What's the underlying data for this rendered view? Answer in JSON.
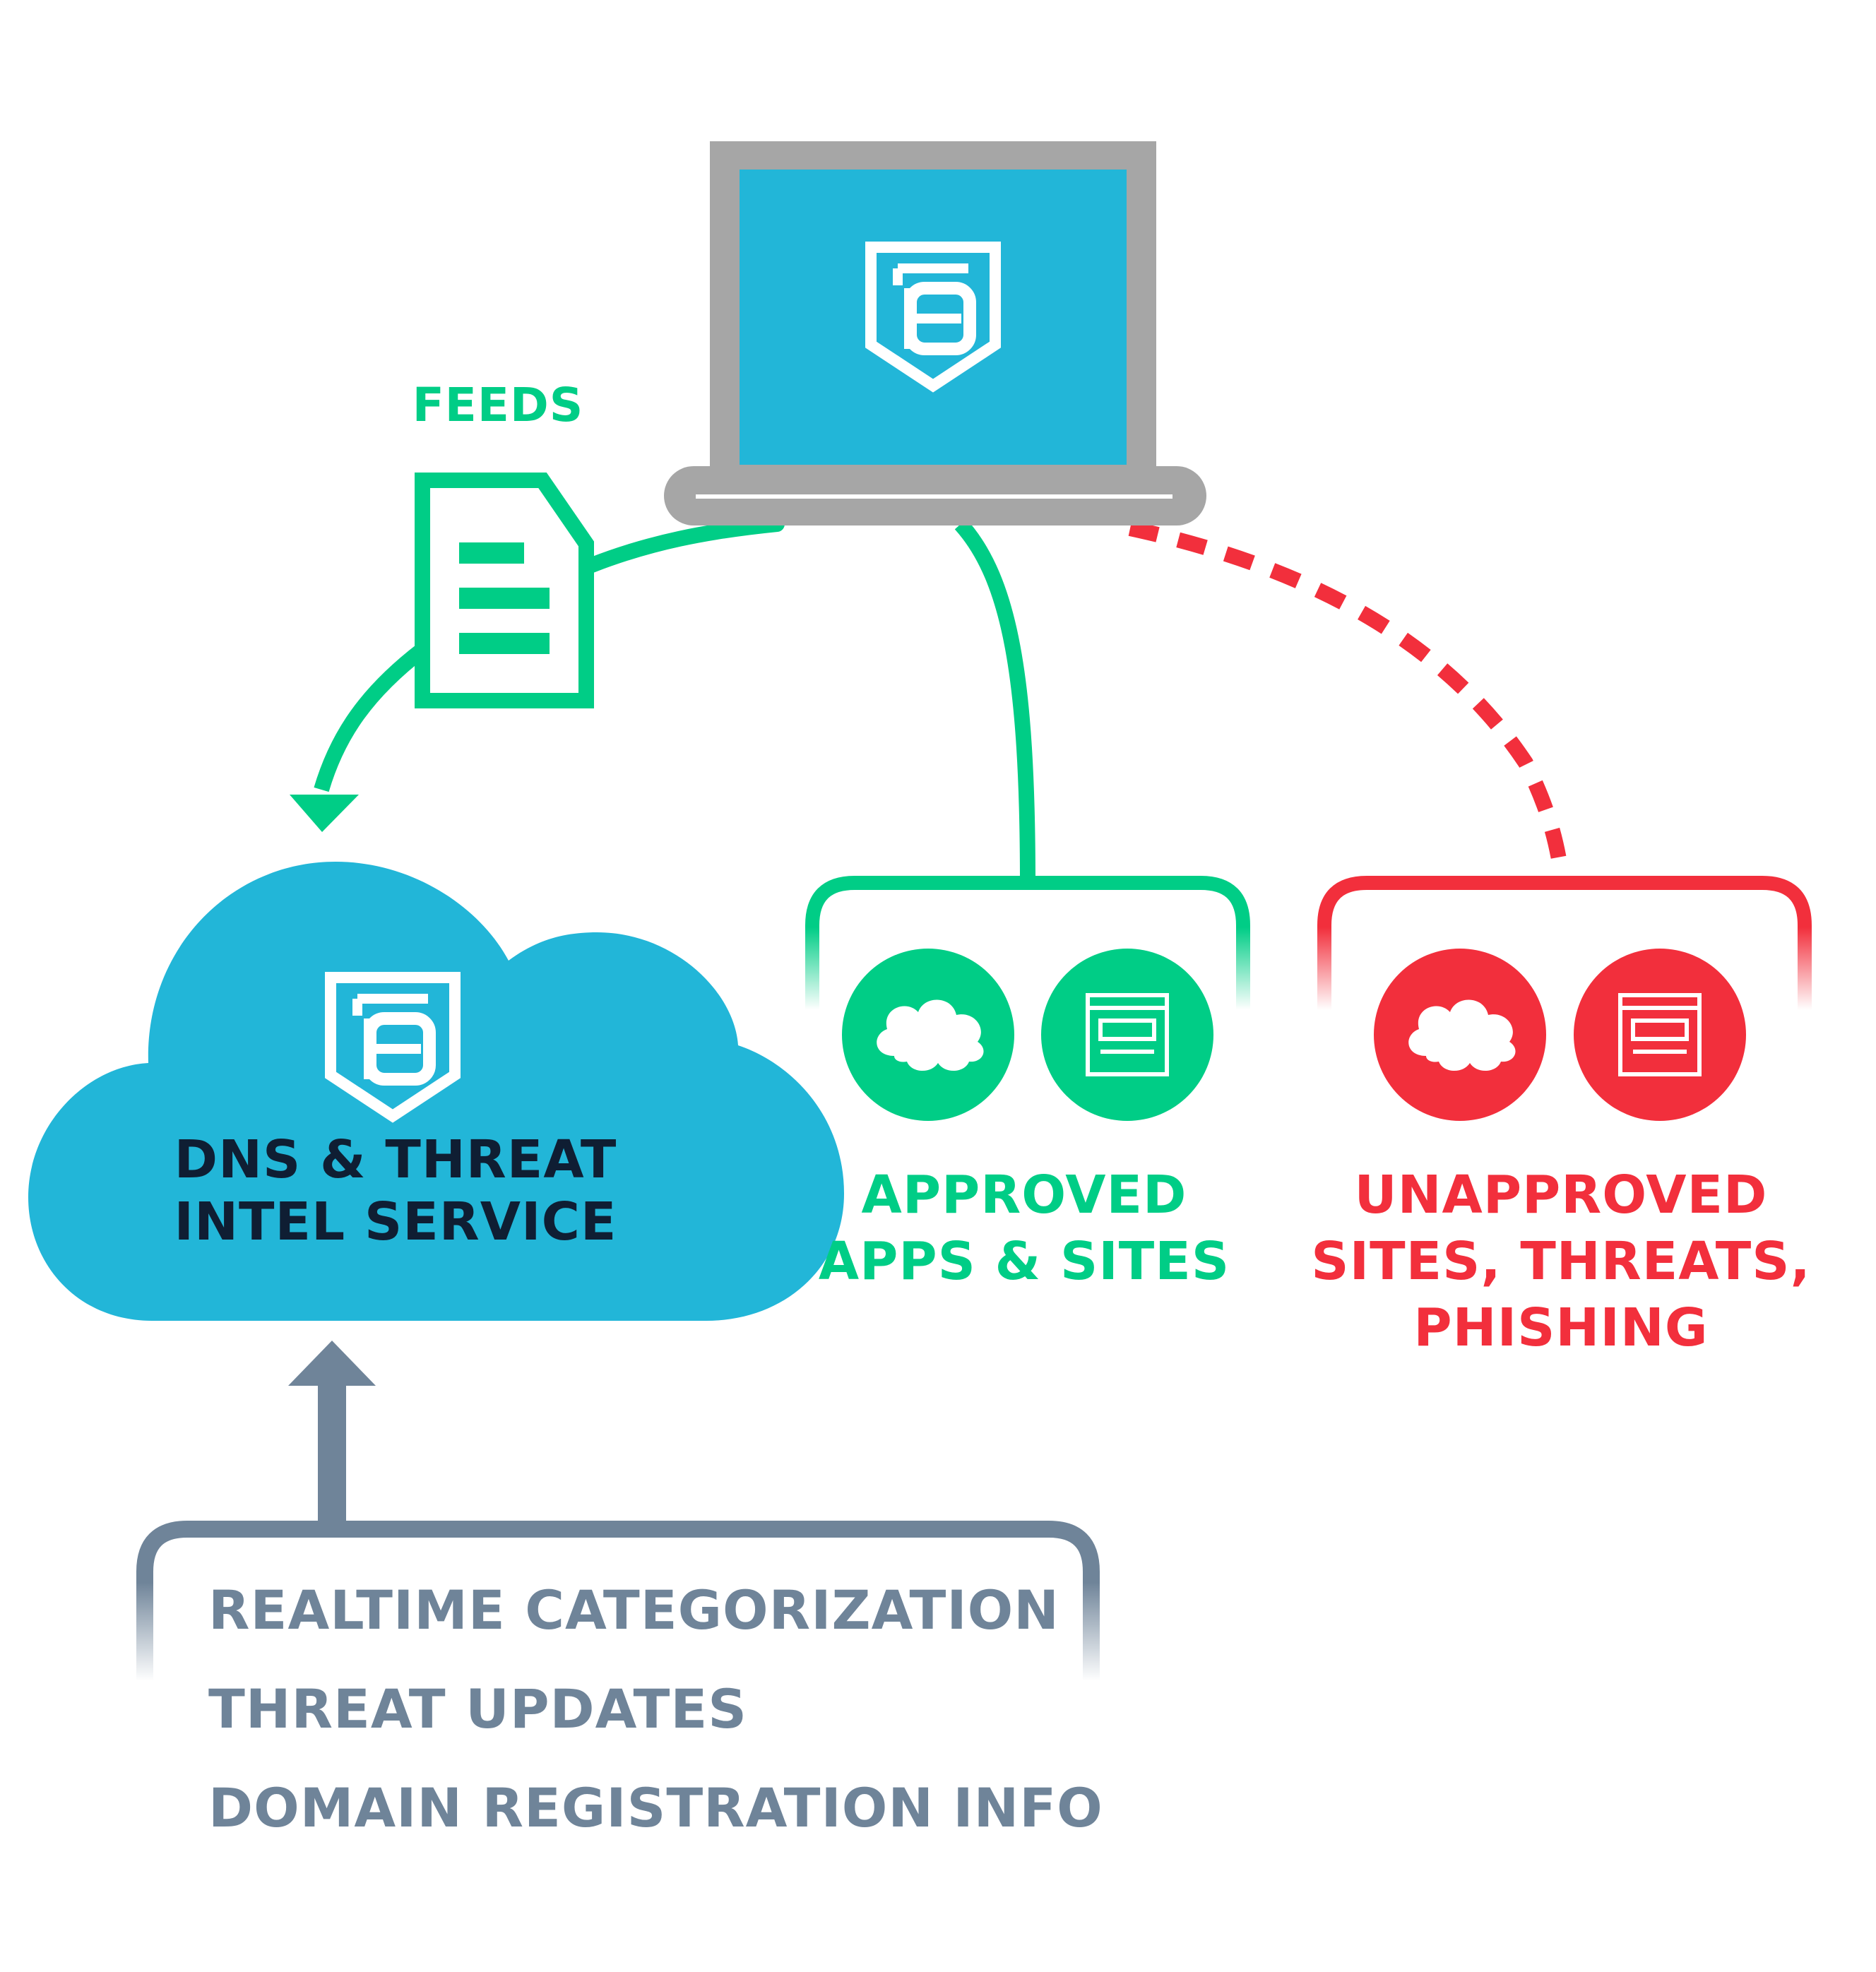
{
  "colors": {
    "green": "#00cd86",
    "red": "#f22f3c",
    "blue": "#22b6d8",
    "gray": "#a6a6a6",
    "slate": "#6f8499",
    "navy": "#0f1e33"
  },
  "laptop": {
    "icon": "b-shield-logo-icon"
  },
  "feeds": {
    "label": "FEEDS",
    "icon": "document-icon"
  },
  "cloud": {
    "label_line1": "DNS & THREAT",
    "label_line2": "INTEL SERVICE",
    "icon": "b-shield-logo-icon"
  },
  "approved": {
    "label_line1": "APPROVED",
    "label_line2": "APPS & SITES",
    "icons": [
      "cloud-app-icon",
      "browser-window-icon"
    ]
  },
  "unapproved": {
    "label_line1": "UNAPPROVED",
    "label_line2": "SITES, THREATS,",
    "label_line3": "PHISHING",
    "icons": [
      "cloud-app-icon",
      "browser-window-icon"
    ]
  },
  "sources": {
    "items": [
      "REALTIME CATEGORIZATION",
      "THREAT UPDATES",
      "DOMAIN REGISTRATION INFO"
    ]
  }
}
